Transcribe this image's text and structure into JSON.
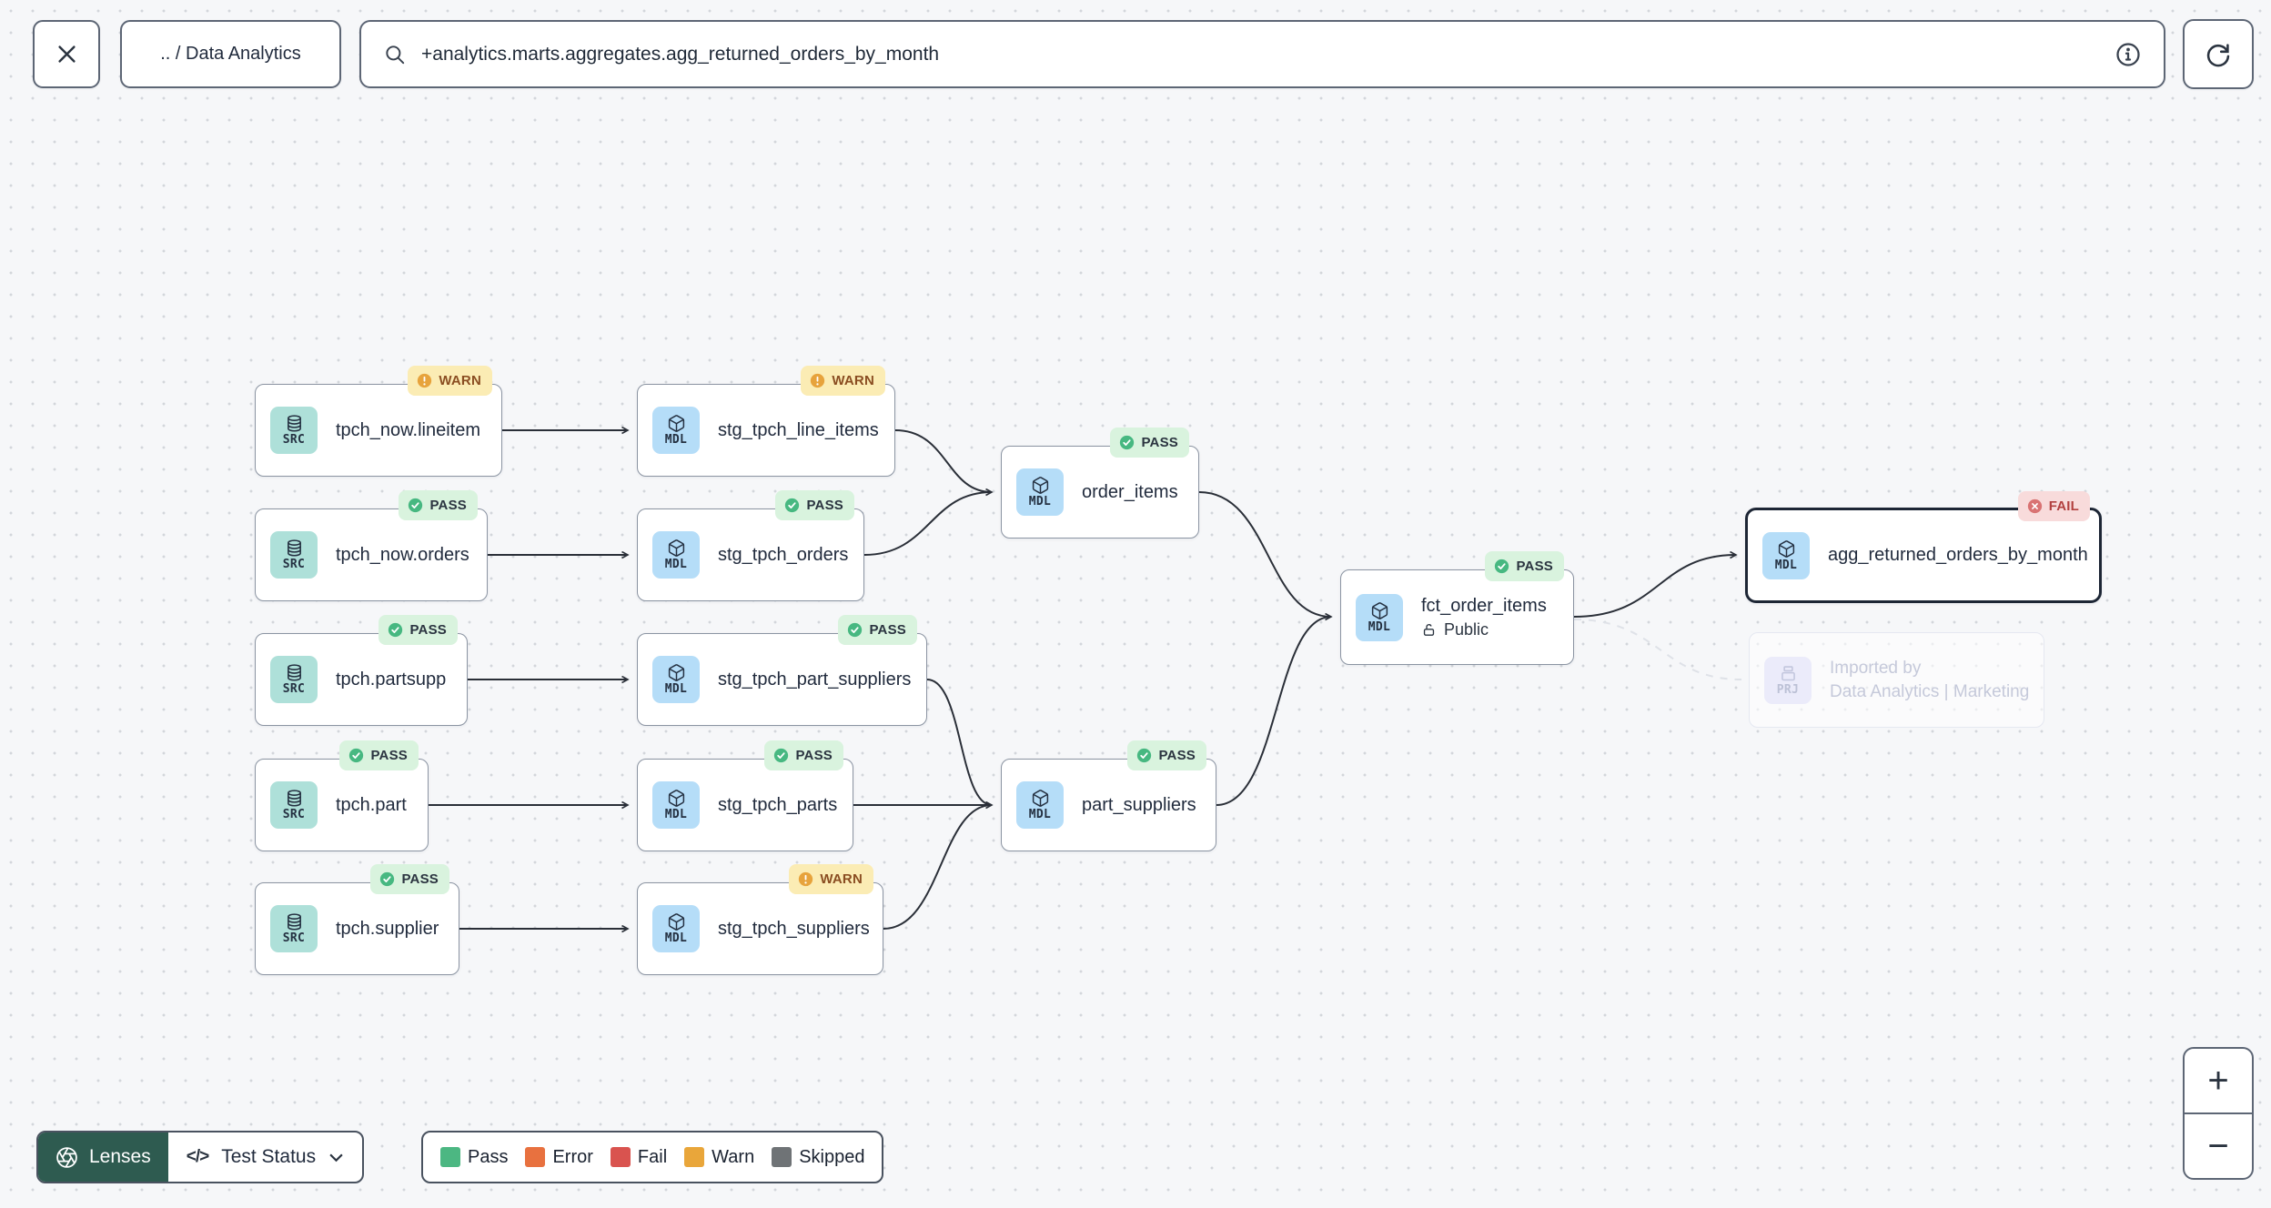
{
  "topbar": {
    "breadcrumb": ".. / Data Analytics",
    "search_value": "+analytics.marts.aggregates.agg_returned_orders_by_month"
  },
  "toolbar": {
    "lenses_label": "Lenses",
    "lens_selector_label": "Test Status",
    "code_glyph": "</>"
  },
  "legend": {
    "items": [
      {
        "label": "Pass",
        "color": "#4cb782"
      },
      {
        "label": "Error",
        "color": "#e8713f"
      },
      {
        "label": "Fail",
        "color": "#d9534f"
      },
      {
        "label": "Warn",
        "color": "#e9a63a"
      },
      {
        "label": "Skipped",
        "color": "#6f7376"
      }
    ]
  },
  "zoom_controls": {
    "zoom_in": "+",
    "zoom_out": "−"
  },
  "colors": {
    "lenses_bg": "#2e5b50",
    "pass_badge": "#d9f3de",
    "warn_badge": "#fbecb4",
    "fail_badge": "#f8dbdb",
    "src_chip": "#aee0d9",
    "mdl_chip": "#b5ddf8",
    "prj_chip": "#ebebfa"
  },
  "graph": {
    "nodes": [
      {
        "id": "tpch_now.lineitem",
        "type": "SRC",
        "label": "tpch_now.lineitem",
        "status": "WARN"
      },
      {
        "id": "stg_tpch_line_items",
        "type": "MDL",
        "label": "stg_tpch_line_items",
        "status": "WARN"
      },
      {
        "id": "tpch_now.orders",
        "type": "SRC",
        "label": "tpch_now.orders",
        "status": "PASS"
      },
      {
        "id": "stg_tpch_orders",
        "type": "MDL",
        "label": "stg_tpch_orders",
        "status": "PASS"
      },
      {
        "id": "order_items",
        "type": "MDL",
        "label": "order_items",
        "status": "PASS"
      },
      {
        "id": "tpch.partsupp",
        "type": "SRC",
        "label": "tpch.partsupp",
        "status": "PASS"
      },
      {
        "id": "stg_tpch_part_suppliers",
        "type": "MDL",
        "label": "stg_tpch_part_suppliers",
        "status": "PASS"
      },
      {
        "id": "tpch.part",
        "type": "SRC",
        "label": "tpch.part",
        "status": "PASS"
      },
      {
        "id": "stg_tpch_parts",
        "type": "MDL",
        "label": "stg_tpch_parts",
        "status": "PASS"
      },
      {
        "id": "part_suppliers",
        "type": "MDL",
        "label": "part_suppliers",
        "status": "PASS"
      },
      {
        "id": "tpch.supplier",
        "type": "SRC",
        "label": "tpch.supplier",
        "status": "PASS"
      },
      {
        "id": "stg_tpch_suppliers",
        "type": "MDL",
        "label": "stg_tpch_suppliers",
        "status": "WARN"
      },
      {
        "id": "fct_order_items",
        "type": "MDL",
        "label": "fct_order_items",
        "status": "PASS",
        "subtitle": "Public"
      },
      {
        "id": "agg_returned_orders_by_month",
        "type": "MDL",
        "label": "agg_returned_orders_by_month",
        "status": "FAIL",
        "selected": true
      },
      {
        "id": "imported_by",
        "type": "PRJ",
        "pretitle": "Imported by",
        "label": "Data Analytics | Marketing",
        "ghost": true
      }
    ],
    "edges": [
      [
        "tpch_now.lineitem",
        "stg_tpch_line_items"
      ],
      [
        "tpch_now.orders",
        "stg_tpch_orders"
      ],
      [
        "tpch.partsupp",
        "stg_tpch_part_suppliers"
      ],
      [
        "tpch.part",
        "stg_tpch_parts"
      ],
      [
        "tpch.supplier",
        "stg_tpch_suppliers"
      ],
      [
        "stg_tpch_line_items",
        "order_items"
      ],
      [
        "stg_tpch_orders",
        "order_items"
      ],
      [
        "stg_tpch_part_suppliers",
        "part_suppliers"
      ],
      [
        "stg_tpch_parts",
        "part_suppliers"
      ],
      [
        "stg_tpch_suppliers",
        "part_suppliers"
      ],
      [
        "order_items",
        "fct_order_items"
      ],
      [
        "part_suppliers",
        "fct_order_items"
      ],
      [
        "fct_order_items",
        "agg_returned_orders_by_month"
      ],
      [
        "fct_order_items",
        "imported_by"
      ]
    ]
  }
}
